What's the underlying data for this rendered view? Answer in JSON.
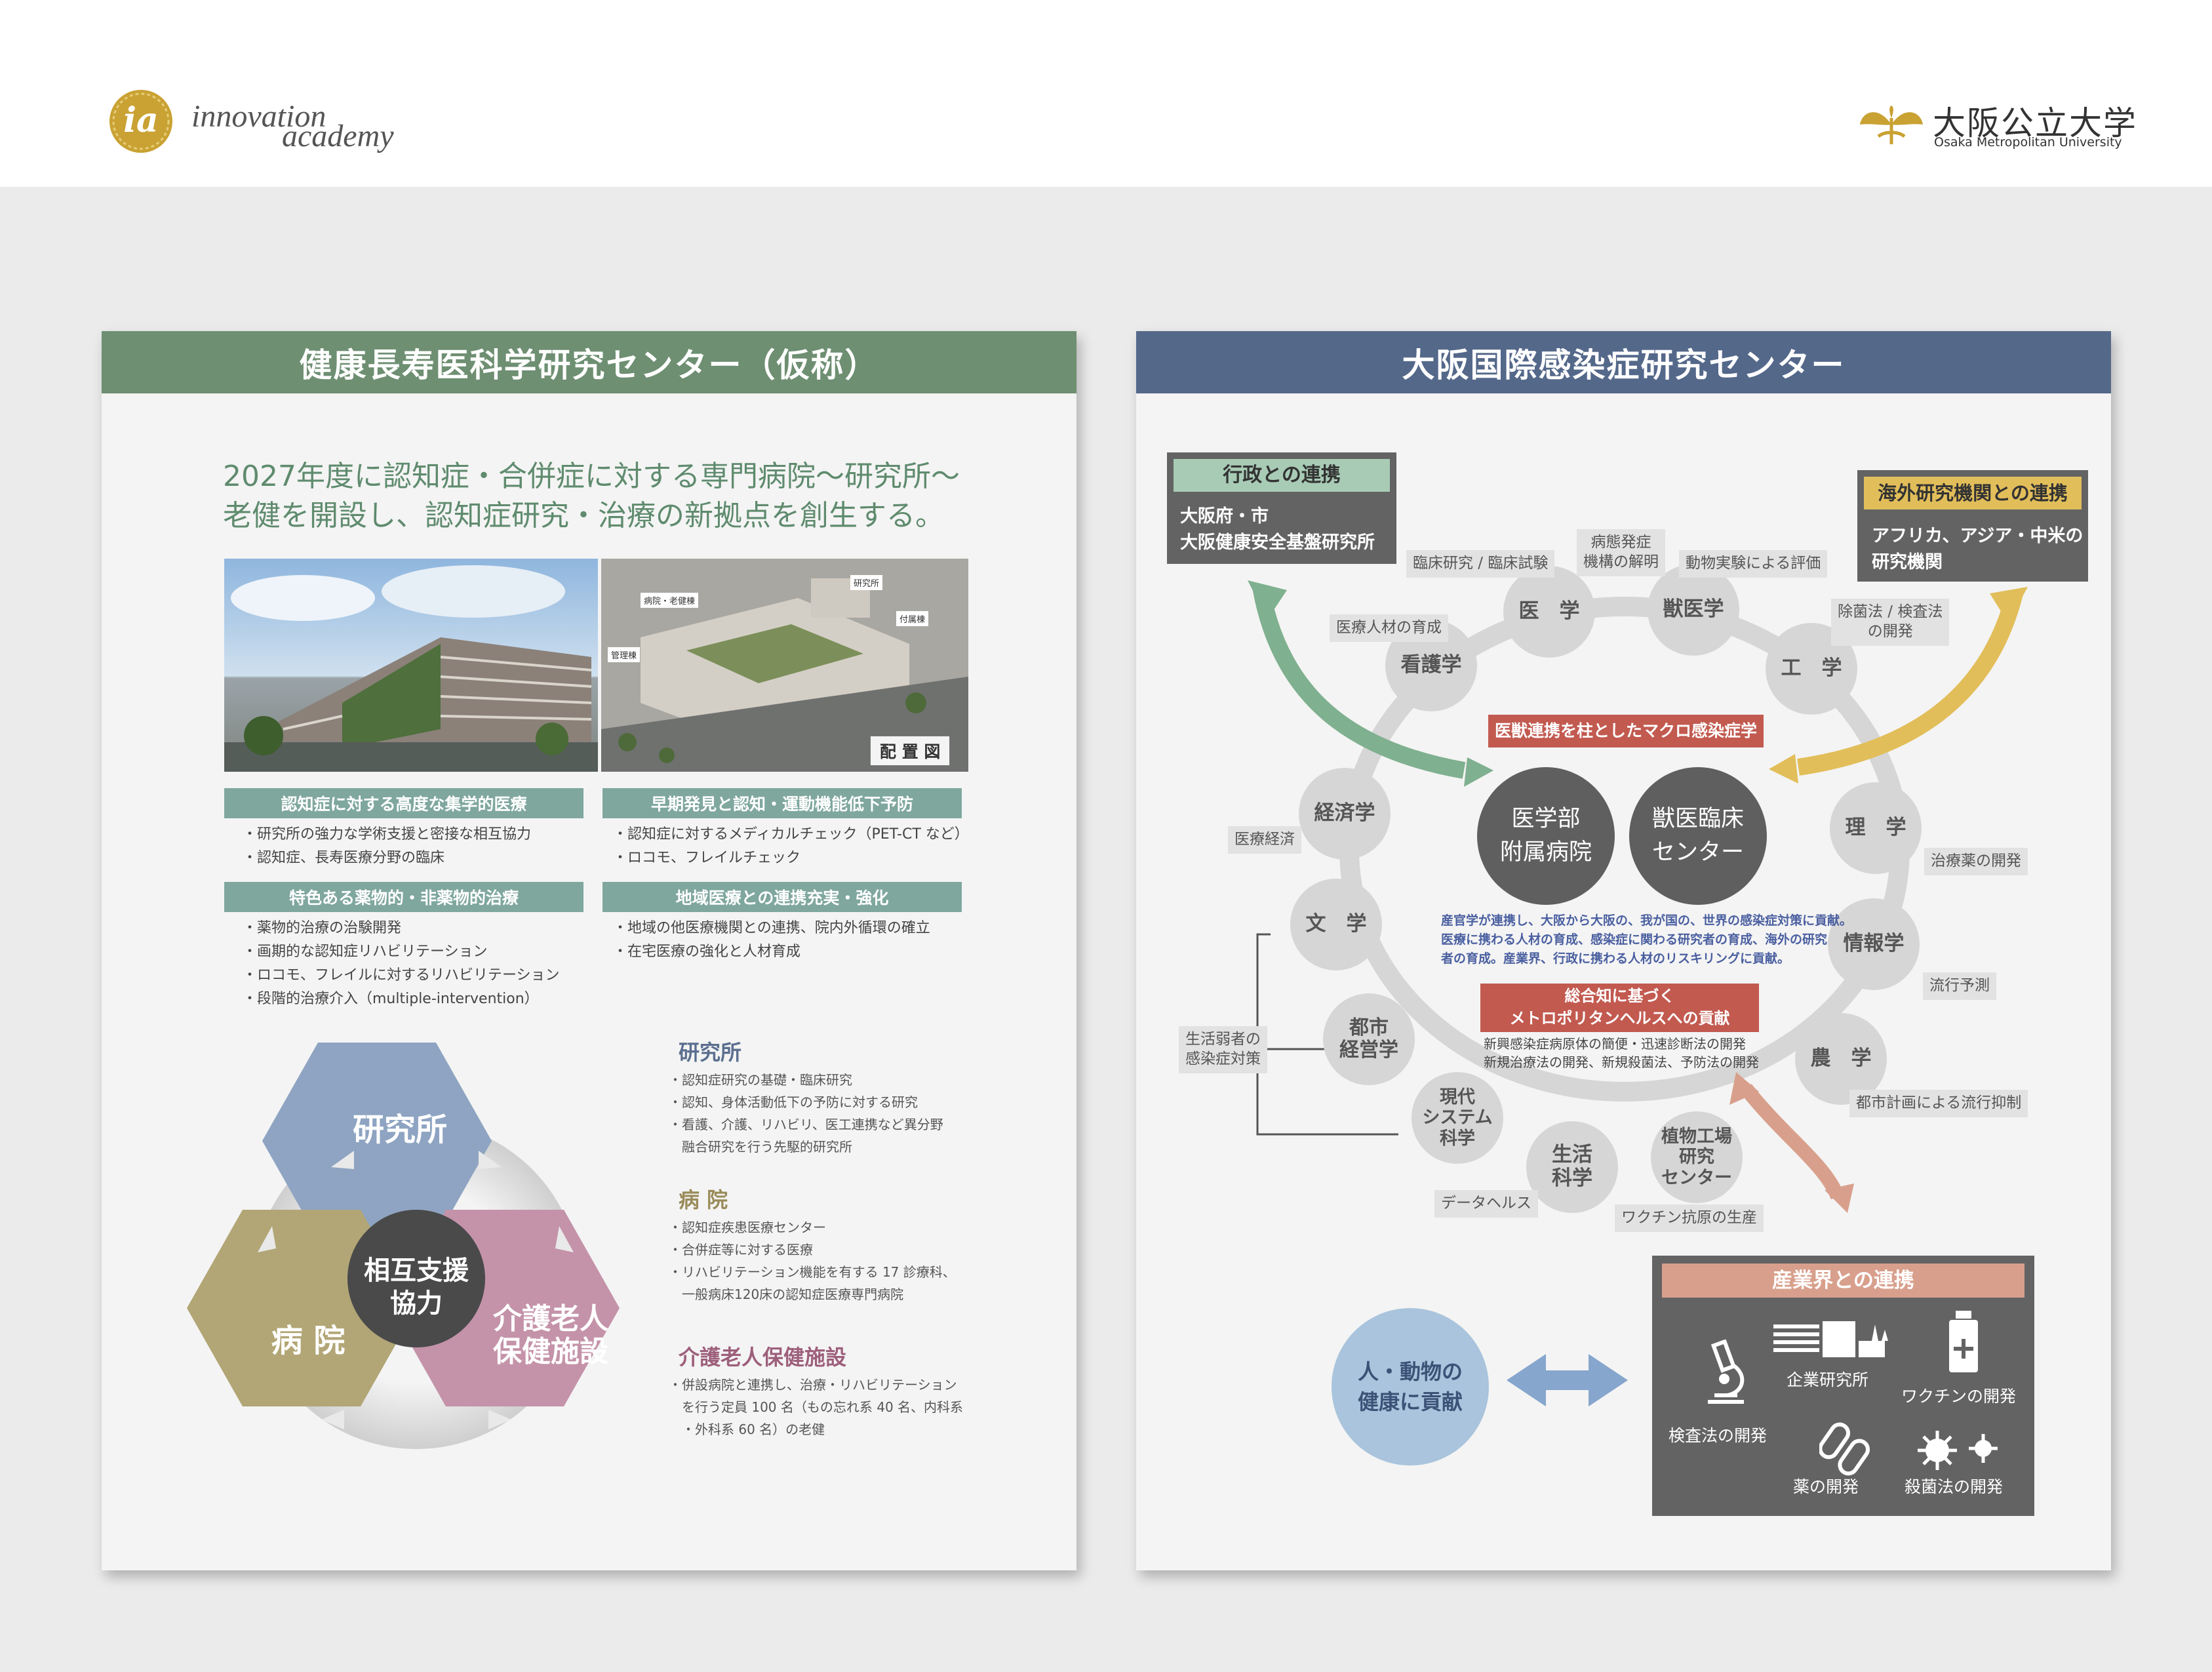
{
  "header": {
    "logo_mark": "ia",
    "logo_line1": "innovation",
    "logo_line2": "academy",
    "university_jp": "大阪公立大学",
    "university_en": "Osaka Metropolitan University"
  },
  "left_panel": {
    "title": "健康長寿医科学研究センター（仮称）",
    "lead": [
      "2027年度に認知症・合併症に対する専門病院〜研究所〜",
      "老健を開設し、認知症研究・治療の新拠点を創生する。"
    ],
    "photo_labels": {
      "lab": "研究所",
      "hospital_ward": "病院・老健棟",
      "annex": "付属棟",
      "admin": "管理棟",
      "site_plan": "配 置 図"
    },
    "features": [
      {
        "title": "認知症に対する高度な集学的医療",
        "items": [
          "・研究所の強力な学術支援と密接な相互協力",
          "・認知症、長寿医療分野の臨床"
        ]
      },
      {
        "title": "早期発見と認知・運動機能低下予防",
        "items": [
          "・認知症に対するメディカルチェック（PET-CT など）",
          "・ロコモ、フレイルチェック"
        ]
      },
      {
        "title": "特色ある薬物的・非薬物的治療",
        "items": [
          "・薬物的治療の治験開発",
          "・画期的な認知症リハビリテーション",
          "・ロコモ、フレイルに対するリハビリテーション",
          "・段階的治療介入（multiple-intervention）"
        ]
      },
      {
        "title": "地域医療との連携充実・強化",
        "items": [
          "・地域の他医療機関との連携、院内外循環の確立",
          "・在宅医療の強化と人材育成"
        ]
      }
    ],
    "hex": {
      "lab": "研究所",
      "hospital": "病 院",
      "care": [
        "介護老人",
        "保健施設"
      ],
      "center": [
        "相互支援",
        "協力"
      ]
    },
    "roles": [
      {
        "title": "研究所",
        "color": "#5b6f8f",
        "items": [
          "・認知症研究の基礎・臨床研究",
          "・認知、身体活動低下の予防に対する研究",
          "・看護、介護、リハビリ、医工連携など異分野",
          "　融合研究を行う先駆的研究所"
        ]
      },
      {
        "title": "病 院",
        "color": "#9a8b5a",
        "items": [
          "・認知症疾患医療センター",
          "・合併症等に対する医療",
          "・リハビリテーション機能を有する 17 診療科、",
          "　一般病床120床の認知症医療専門病院"
        ]
      },
      {
        "title": "介護老人保健施設",
        "color": "#9d5f7b",
        "items": [
          "・併設病院と連携し、治療・リハビリテーション",
          "　を行う定員 100 名（もの忘れ系 40 名、内科系",
          "　・外科系 60 名）の老健"
        ]
      }
    ]
  },
  "right_panel": {
    "title": "大阪国際感染症研究センター",
    "gov": {
      "title": "行政との連携",
      "lines": [
        "大阪府・市",
        "大阪健康安全基盤研究所"
      ]
    },
    "overseas": {
      "title": "海外研究機関との連携",
      "lines": [
        "アフリカ、アジア・中米の",
        "研究機関"
      ]
    },
    "fields": {
      "med": "医　学",
      "vet": "獣医学",
      "eng": "工　学",
      "sci": "理　学",
      "info": "情報学",
      "agri": "農　学",
      "plant": [
        "植物工場",
        "研究",
        "センター"
      ],
      "life": [
        "生活",
        "科学"
      ],
      "modern": [
        "現代",
        "システム",
        "科学"
      ],
      "urban": [
        "都市",
        "経営学"
      ],
      "lit": "文　学",
      "econ": "経済学",
      "nurse": "看護学"
    },
    "tags": {
      "clinical": "臨床研究 / 臨床試験",
      "patho": [
        "病態発症",
        "機構の解明"
      ],
      "animal": "動物実験による評価",
      "decon": [
        "除菌法 / 検査法",
        "の開発"
      ],
      "hr": "医療人材の育成",
      "drug": "治療薬の開発",
      "econ": "医療経済",
      "forecast": "流行予測",
      "vulnerable": [
        "生活弱者の",
        "感染症対策"
      ],
      "city": "都市計画による流行抑制",
      "data": "データヘルス",
      "vaccine_ag": "ワクチン抗原の生産"
    },
    "macro": "医獣連携を柱としたマクロ感染症学",
    "hospital_circle": [
      "医学部",
      "附属病院"
    ],
    "vet_circle": [
      "獣医臨床",
      "センター"
    ],
    "desc": [
      "産官学が連携し、大阪から大阪の、我が国の、世界の感染症対策に貢献。",
      "医療に携わる人材の育成、感染症に関わる研究者の育成、海外の研究",
      "者の育成。産業界、行政に携わる人材のリスキリングに貢献。"
    ],
    "metro_title": [
      "総合知に基づく",
      "メトロポリタンヘルスへの貢献"
    ],
    "metro_lines": [
      "新興感染症病原体の簡便・迅速診断法の開発",
      "新規治療法の開発、新規殺菌法、予防法の開発"
    ],
    "contribution": [
      "人・動物の",
      "健康に貢献"
    ],
    "industry": {
      "title": "産業界との連携",
      "company": "企業研究所",
      "vaccine": "ワクチンの開発",
      "test": "検査法の開発",
      "medicine": "薬の開発",
      "steril": "殺菌法の開発"
    }
  },
  "colors": {
    "green_header": "#6e8f72",
    "blue_header": "#54688a",
    "teal": "#7fa79e",
    "gold": "#c9a233",
    "dark_box": "#636363",
    "macro_red": "#c25a50",
    "contrib_blue": "#a9c4dc"
  }
}
